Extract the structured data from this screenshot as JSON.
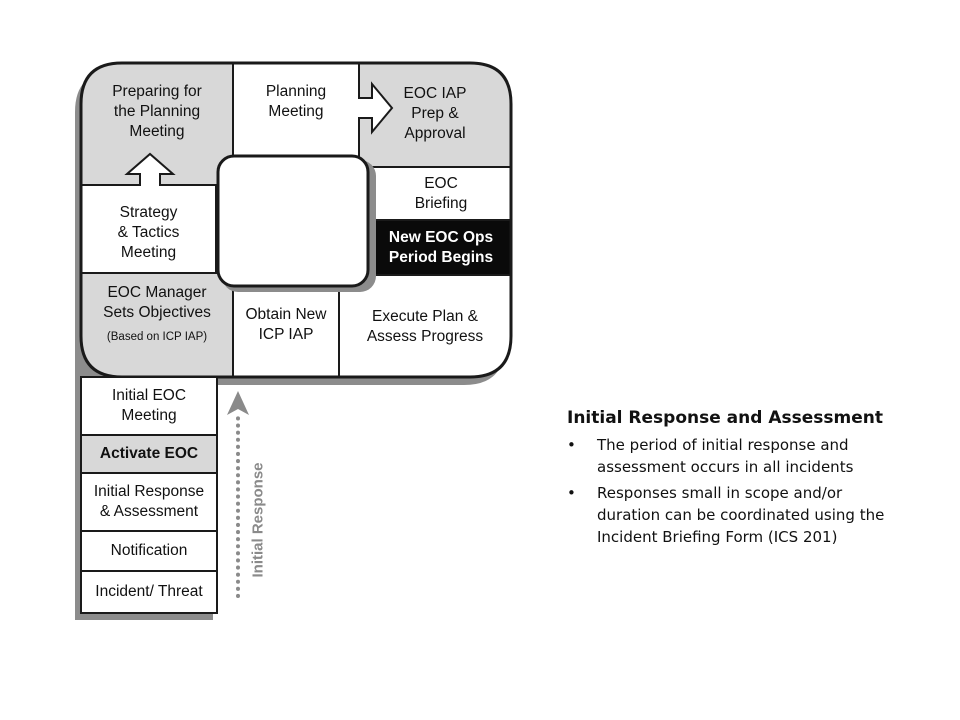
{
  "diagram": {
    "boxes": {
      "preparing": "Preparing for\nthe Planning\nMeeting",
      "planning": "Planning\nMeeting",
      "iap_prep": "EOC IAP\nPrep &\nApproval",
      "eoc_briefing": "EOC\nBriefing",
      "new_ops": "New EOC Ops\nPeriod Begins",
      "strategy": "Strategy\n& Tactics\nMeeting",
      "manager_objectives": "EOC Manager\nSets Objectives",
      "manager_note": "(Based on ICP IAP)",
      "obtain_iap": "Obtain New\nICP IAP",
      "execute": "Execute Plan &\nAssess Progress",
      "initial_meeting": "Initial EOC\nMeeting",
      "activate": "Activate EOC",
      "initial_response": "Initial Response\n& Assessment",
      "notification": "Notification",
      "incident": "Incident/ Threat"
    },
    "initial_response_arrow_label": "Initial Response",
    "colors": {
      "gray_fill": "#d8d8d8",
      "white_fill": "#ffffff",
      "black_fill": "#0a0a0a",
      "border": "#1a1a1a",
      "shadow": "#8c8c8c",
      "arrow_gray": "#8a8a8a"
    }
  },
  "side_panel": {
    "heading": "Initial Response and Assessment",
    "bullets": [
      "The period of initial response and assessment occurs in all incidents",
      "Responses small in scope and/or duration can be coordinated using the Incident Briefing Form (ICS 201)"
    ]
  }
}
